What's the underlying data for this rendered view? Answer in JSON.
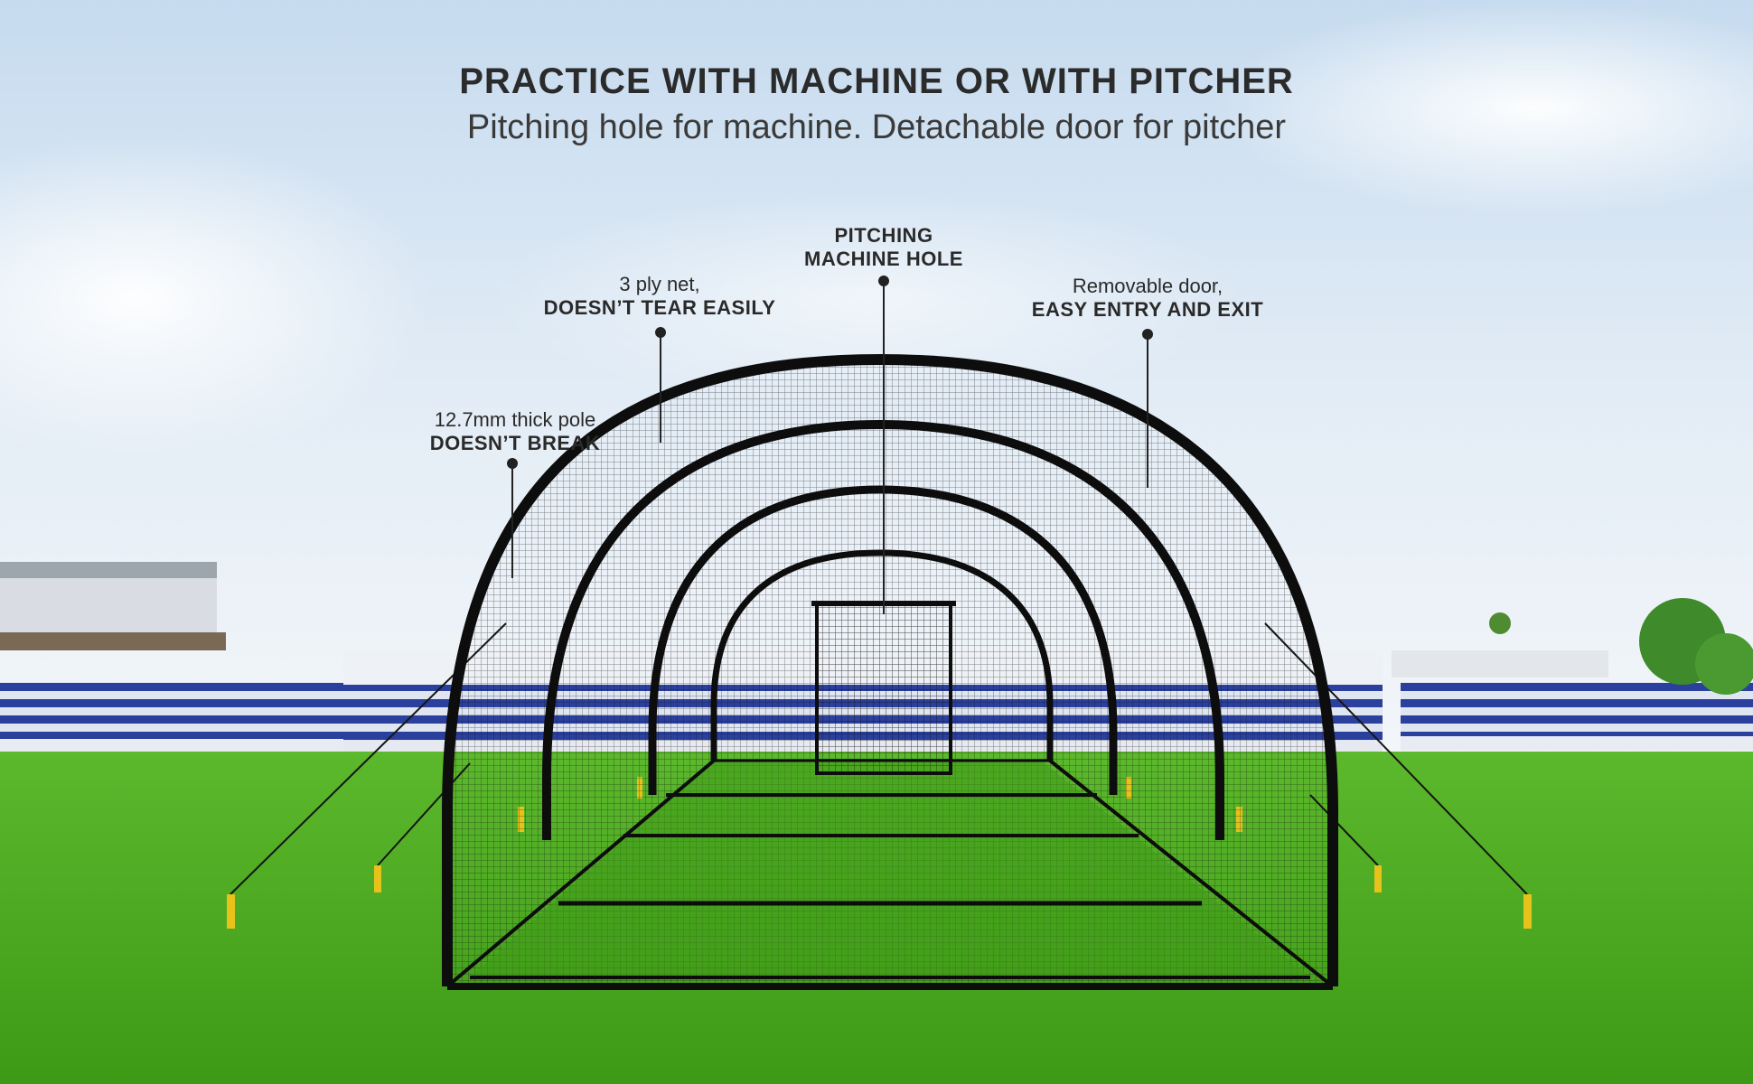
{
  "header": {
    "title": "PRACTICE WITH MACHINE OR WITH PITCHER",
    "subtitle": "Pitching hole for machine. Detachable door for pitcher"
  },
  "callouts": {
    "pole": {
      "line1": "12.7mm thick pole",
      "line2": "DOESN’T BREAK"
    },
    "net": {
      "line1": "3 ply net,",
      "line2": "DOESN’T TEAR EASILY"
    },
    "hole": {
      "line1": "PITCHING",
      "line2": "MACHINE HOLE"
    },
    "door": {
      "line1": "Removable door,",
      "line2": "EASY ENTRY AND EXIT"
    }
  },
  "colors": {
    "sky_top": "#c9dcef",
    "sky_bottom": "#eef3f8",
    "grass": "#4caf1f",
    "grass_dark": "#2f8a10",
    "stands_blue": "#2a3f9a",
    "frame": "#111111",
    "stake": "#e6c21a"
  }
}
